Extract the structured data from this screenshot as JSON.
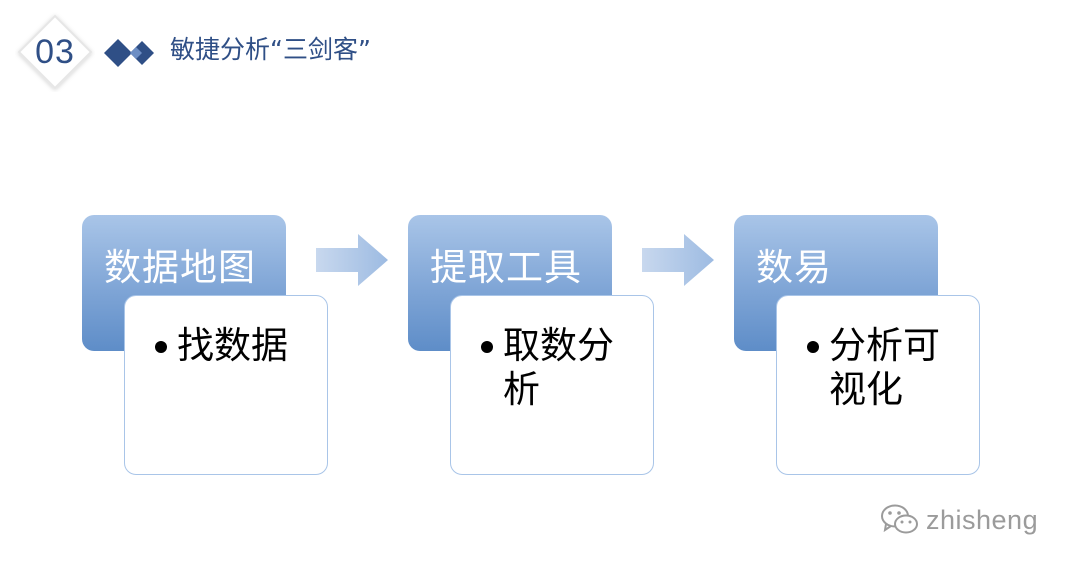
{
  "header": {
    "section_number": "03",
    "title": "敏捷分析“三剑客”"
  },
  "diagram": {
    "cards": [
      {
        "heading": "数据地图",
        "body": "找数据"
      },
      {
        "heading": "提取工具",
        "body": "取数分析"
      },
      {
        "heading": "数易",
        "body": "分析可视化"
      }
    ],
    "arrow_icon": "right-arrow-icon"
  },
  "watermark": {
    "icon": "wechat-icon",
    "text": "zhisheng"
  },
  "colors": {
    "brand": "#2f4f86",
    "card_head_top": "#a9c5e8",
    "card_head_bottom": "#5e8dc8",
    "card_body_border": "#a9c5e8",
    "watermark": "#9b9b9b"
  }
}
